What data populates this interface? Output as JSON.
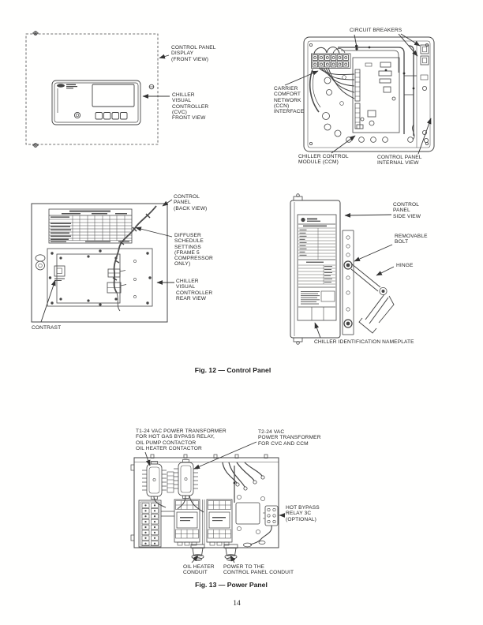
{
  "page": {
    "number": "14"
  },
  "fig12": {
    "caption": "Fig. 12 — Control Panel",
    "labels": {
      "control_panel_display": "CONTROL PANEL\nDISPLAY\n(FRONT VIEW)",
      "cvc_front": "CHILLER\nVISUAL\nCONTROLLER\n(CVC)\nFRONT VIEW",
      "circuit_breakers": "CIRCUIT BREAKERS",
      "ccn_interface": "CARRIER\nCOMFORT\nNETWORK\n(CCN)\nINTERFACE",
      "ccm": "CHILLER CONTROL\nMODULE (CCM)",
      "internal_view": "CONTROL PANEL\nINTERNAL VIEW",
      "back_view": "CONTROL\nPANEL\n(BACK VIEW)",
      "diffuser": "DIFFUSER\nSCHEDULE\nSETTINGS\n(FRAME 5\nCOMPRESSOR\nONLY)",
      "cvc_rear": "CHILLER\nVISUAL\nCONTROLLER\nREAR VIEW",
      "contrast": "CONTRAST",
      "side_view": "CONTROL\nPANEL\nSIDE VIEW",
      "removable_bolt": "REMOVABLE\nBOLT",
      "hinge": "HINGE",
      "nameplate": "CHILLER IDENTIFICATION NAMEPLATE"
    }
  },
  "fig13": {
    "caption": "Fig. 13 — Power Panel",
    "labels": {
      "t1": "T1-24 VAC POWER TRANSFORMER\nFOR HOT GAS BYPASS RELAY,\nOIL PUMP CONTACTOR\nOIL HEATER CONTACTOR",
      "t2": "T2-24 VAC\nPOWER TRANSFORMER\nFOR CVC AND CCM",
      "hot_bypass": "HOT BYPASS\nRELAY 3C\n(OPTIONAL)",
      "oil_heater_conduit": "OIL HEATER\nCONDUIT",
      "power_conduit": "POWER TO THE\nCONTROL PANEL CONDUIT"
    }
  }
}
